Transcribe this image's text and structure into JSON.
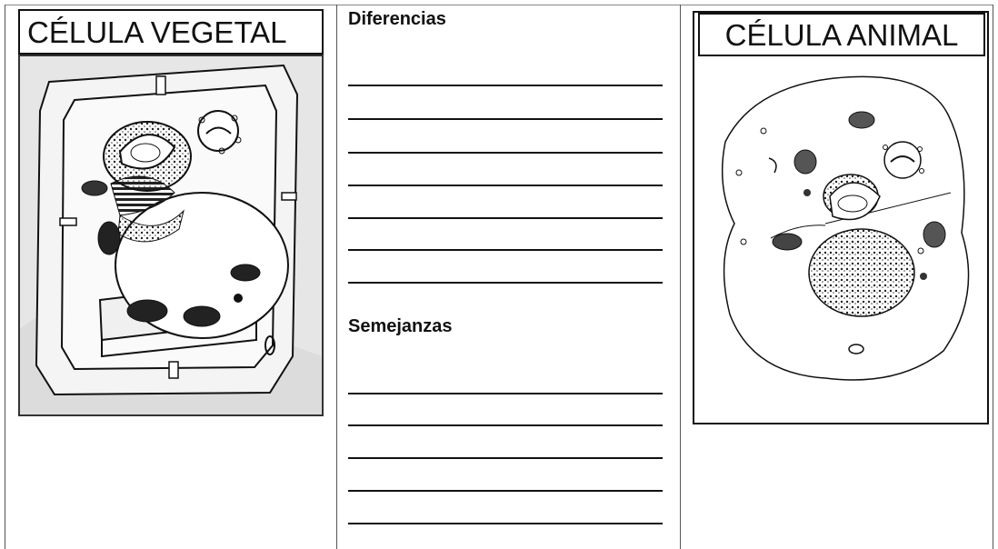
{
  "left_panel": {
    "title": "CÉLULA VEGETAL"
  },
  "middle_panel": {
    "differences_heading": "Diferencias",
    "differences_lines": 7,
    "similarities_heading": "Semejanzas",
    "similarities_lines": 5
  },
  "right_panel": {
    "title": "CÉLULA ANIMAL"
  }
}
